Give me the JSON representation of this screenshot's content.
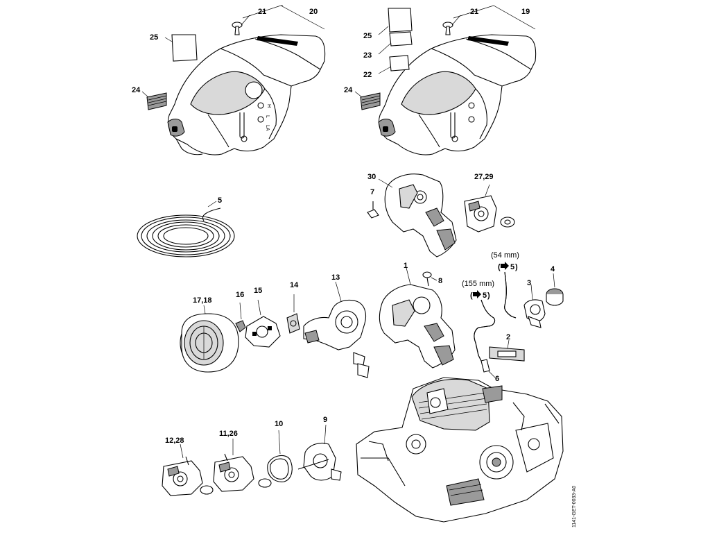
{
  "callouts": {
    "c1": "1",
    "c2": "2",
    "c3": "3",
    "c4": "4",
    "c5": "5",
    "c6": "6",
    "c7": "7",
    "c8": "8",
    "c9": "9",
    "c10": "10",
    "c11_26": "11,26",
    "c12_28": "12,28",
    "c13": "13",
    "c14": "14",
    "c15": "15",
    "c16": "16",
    "c17_18": "17,18",
    "c19": "19",
    "c20": "20",
    "c21_left": "21",
    "c21_right": "21",
    "c22": "22",
    "c23": "23",
    "c24_left": "24",
    "c24_right": "24",
    "c25_left": "25",
    "c25_right": "25",
    "c27_29": "27,29",
    "c30": "30"
  },
  "hose_notes": {
    "short_hose_length": "(54 mm)",
    "short_hose_ref": "5",
    "long_hose_length": "(155 mm)",
    "long_hose_ref": "5"
  },
  "cover_markings": {
    "mark_h": "H",
    "mark_l": "L",
    "mark_la": "LA"
  },
  "drawing_code": "1141-GET-0033-A0",
  "icons": [
    "arrow-right-icon"
  ]
}
